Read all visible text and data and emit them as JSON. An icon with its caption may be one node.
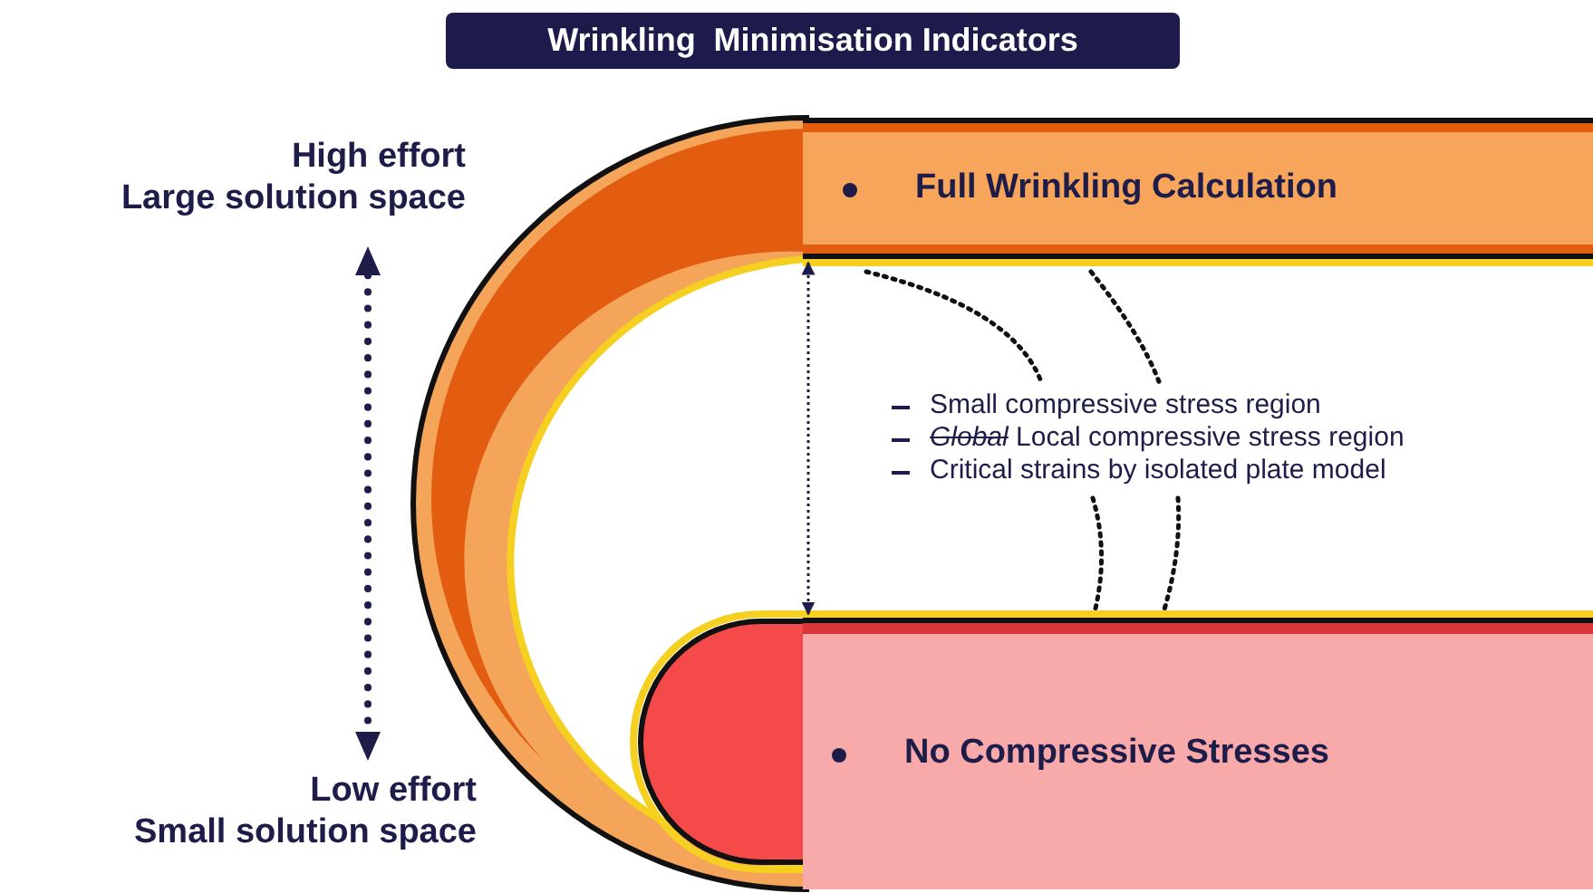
{
  "diagram": {
    "title": "Wrinkling  Minimisation Indicators",
    "nodes": [
      {
        "text": [
          "Full Wrinkling Calculation"
        ]
      },
      {
        "text": [
          "No Compressive Stresses"
        ]
      }
    ],
    "edges": [
      {
        "from": 0,
        "to": 1,
        "arrow": "both",
        "style": "dashed"
      }
    ],
    "labels": [
      "High effort",
      "Large solution space",
      "Small compressive stress region",
      "*Global* Local compressive stress region",
      "Critical strains by isolated plate model",
      "Low effort",
      "Small solution space"
    ]
  }
}
